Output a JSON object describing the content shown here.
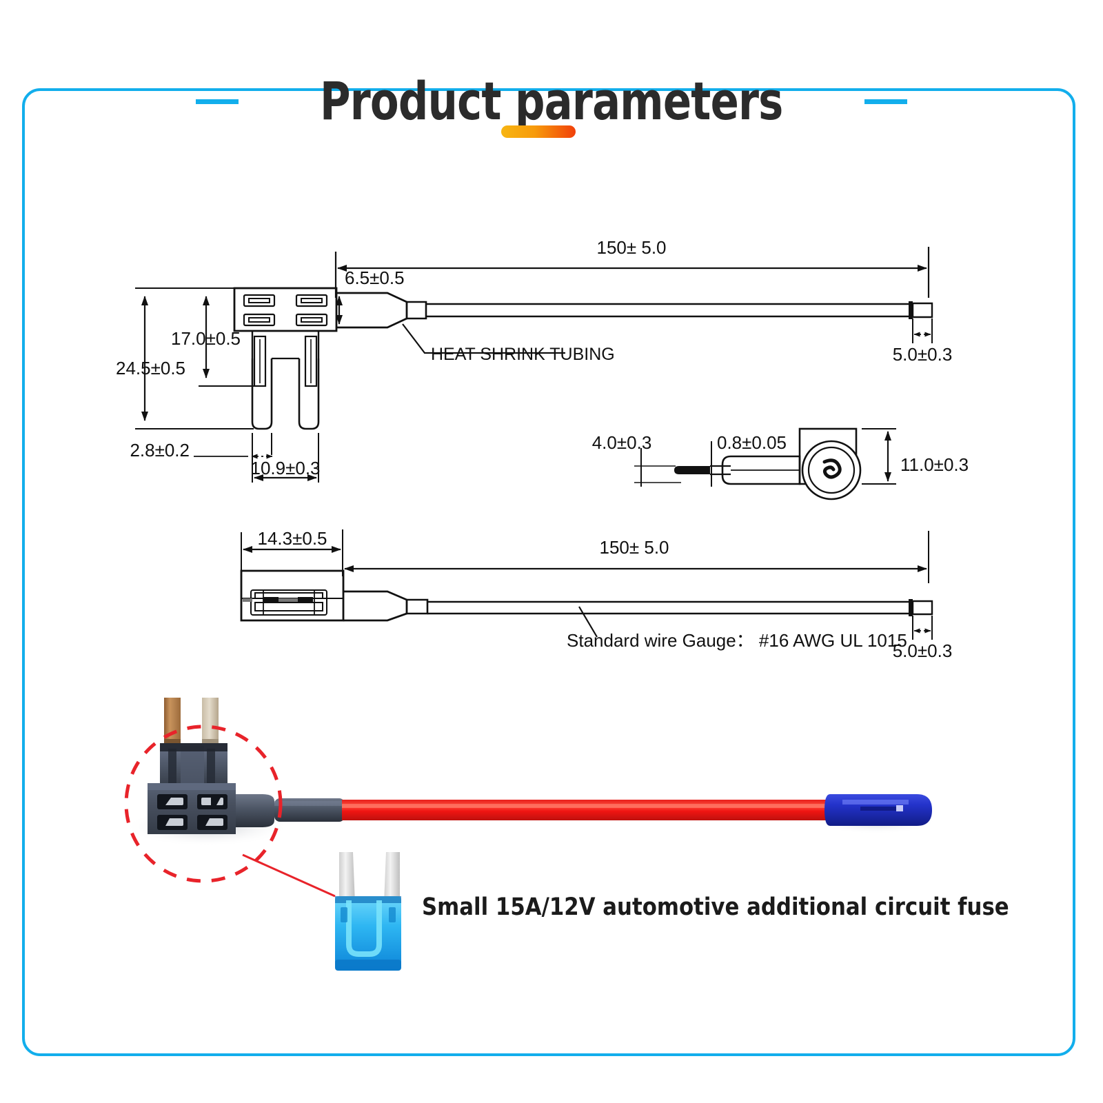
{
  "page": {
    "title": "Product parameters",
    "border_color": "#12AEEC",
    "accent_gradient_from": "#F7B512",
    "accent_gradient_to": "#F1400A"
  },
  "header": {
    "title": "Product parameters",
    "left_dash": "",
    "right_dash": "",
    "underbar": ""
  },
  "diagram_top": {
    "length_label": "150± 5.0",
    "tubing_height_label": "6.5±0.5",
    "body_height_label": "17.0±0.5",
    "overall_height_label": "24.5±0.5",
    "blade_width_label": "2.8±0.2",
    "blade_span_label": "10.9±0.3",
    "strip_label": "5.0±0.3",
    "note": "HEAT SHRINK TUBING"
  },
  "diagram_terminal": {
    "tip_label": "4.0±0.3",
    "thickness_label": "0.8±0.05",
    "height_label": "11.0±0.3"
  },
  "diagram_side": {
    "width_label": "14.3±0.5",
    "length_label": "150± 5.0",
    "strip_label": "5.0±0.3",
    "wire_note": "Standard wire Gauge：  #16 AWG UL 1015"
  },
  "photo": {
    "caption": "Small 15A/12V automotive additional circuit fuse",
    "callout_color": "#E8232A",
    "wire_color": "#F21D1D",
    "terminal_color": "#1B2FC4",
    "holder_color": "#4A5365",
    "blade_color": "#C08A53",
    "fuse_color": "#21B2F0"
  }
}
